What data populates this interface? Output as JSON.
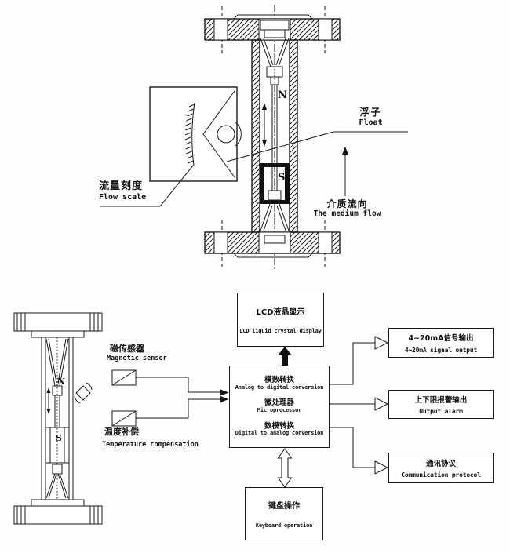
{
  "top_drawing": {
    "flow_scale": {
      "cn": "流量刻度",
      "en": "Flow scale"
    },
    "float": {
      "cn": "浮子",
      "en": "Float"
    },
    "medium_flow": {
      "cn": "介质流向",
      "en": "The medium flow"
    },
    "n": "N",
    "s": "S"
  },
  "bottom_drawing": {
    "n": "N",
    "s": "S"
  },
  "sensors": {
    "magnetic": {
      "cn": "磁传感器",
      "en": "Magnetic sensor"
    },
    "temperature": {
      "cn": "温度补偿",
      "en": "Temperature compensation"
    }
  },
  "blocks": {
    "lcd": {
      "cn": "LCD液晶显示",
      "en": "LCD liquid crystal display"
    },
    "adc": {
      "cn": "模数转换",
      "en": "Analog to digital conversion"
    },
    "mcu": {
      "cn": "微处理器",
      "en": "Microprocessor"
    },
    "dac": {
      "cn": "数模转换",
      "en": "Digital to analog conversion"
    },
    "keyboard": {
      "cn": "键盘操作",
      "en": "Keyboard operation"
    },
    "out_signal": {
      "cn": "4~20mA信号输出",
      "en": "4~20mA signal output"
    },
    "out_alarm": {
      "cn": "上下限报警输出",
      "en": "Output alarm"
    },
    "out_comm": {
      "cn": "通讯协议",
      "en": "Communication protocol"
    }
  },
  "colors": {
    "line": "#1a1a1a",
    "background": "#fefefe"
  }
}
